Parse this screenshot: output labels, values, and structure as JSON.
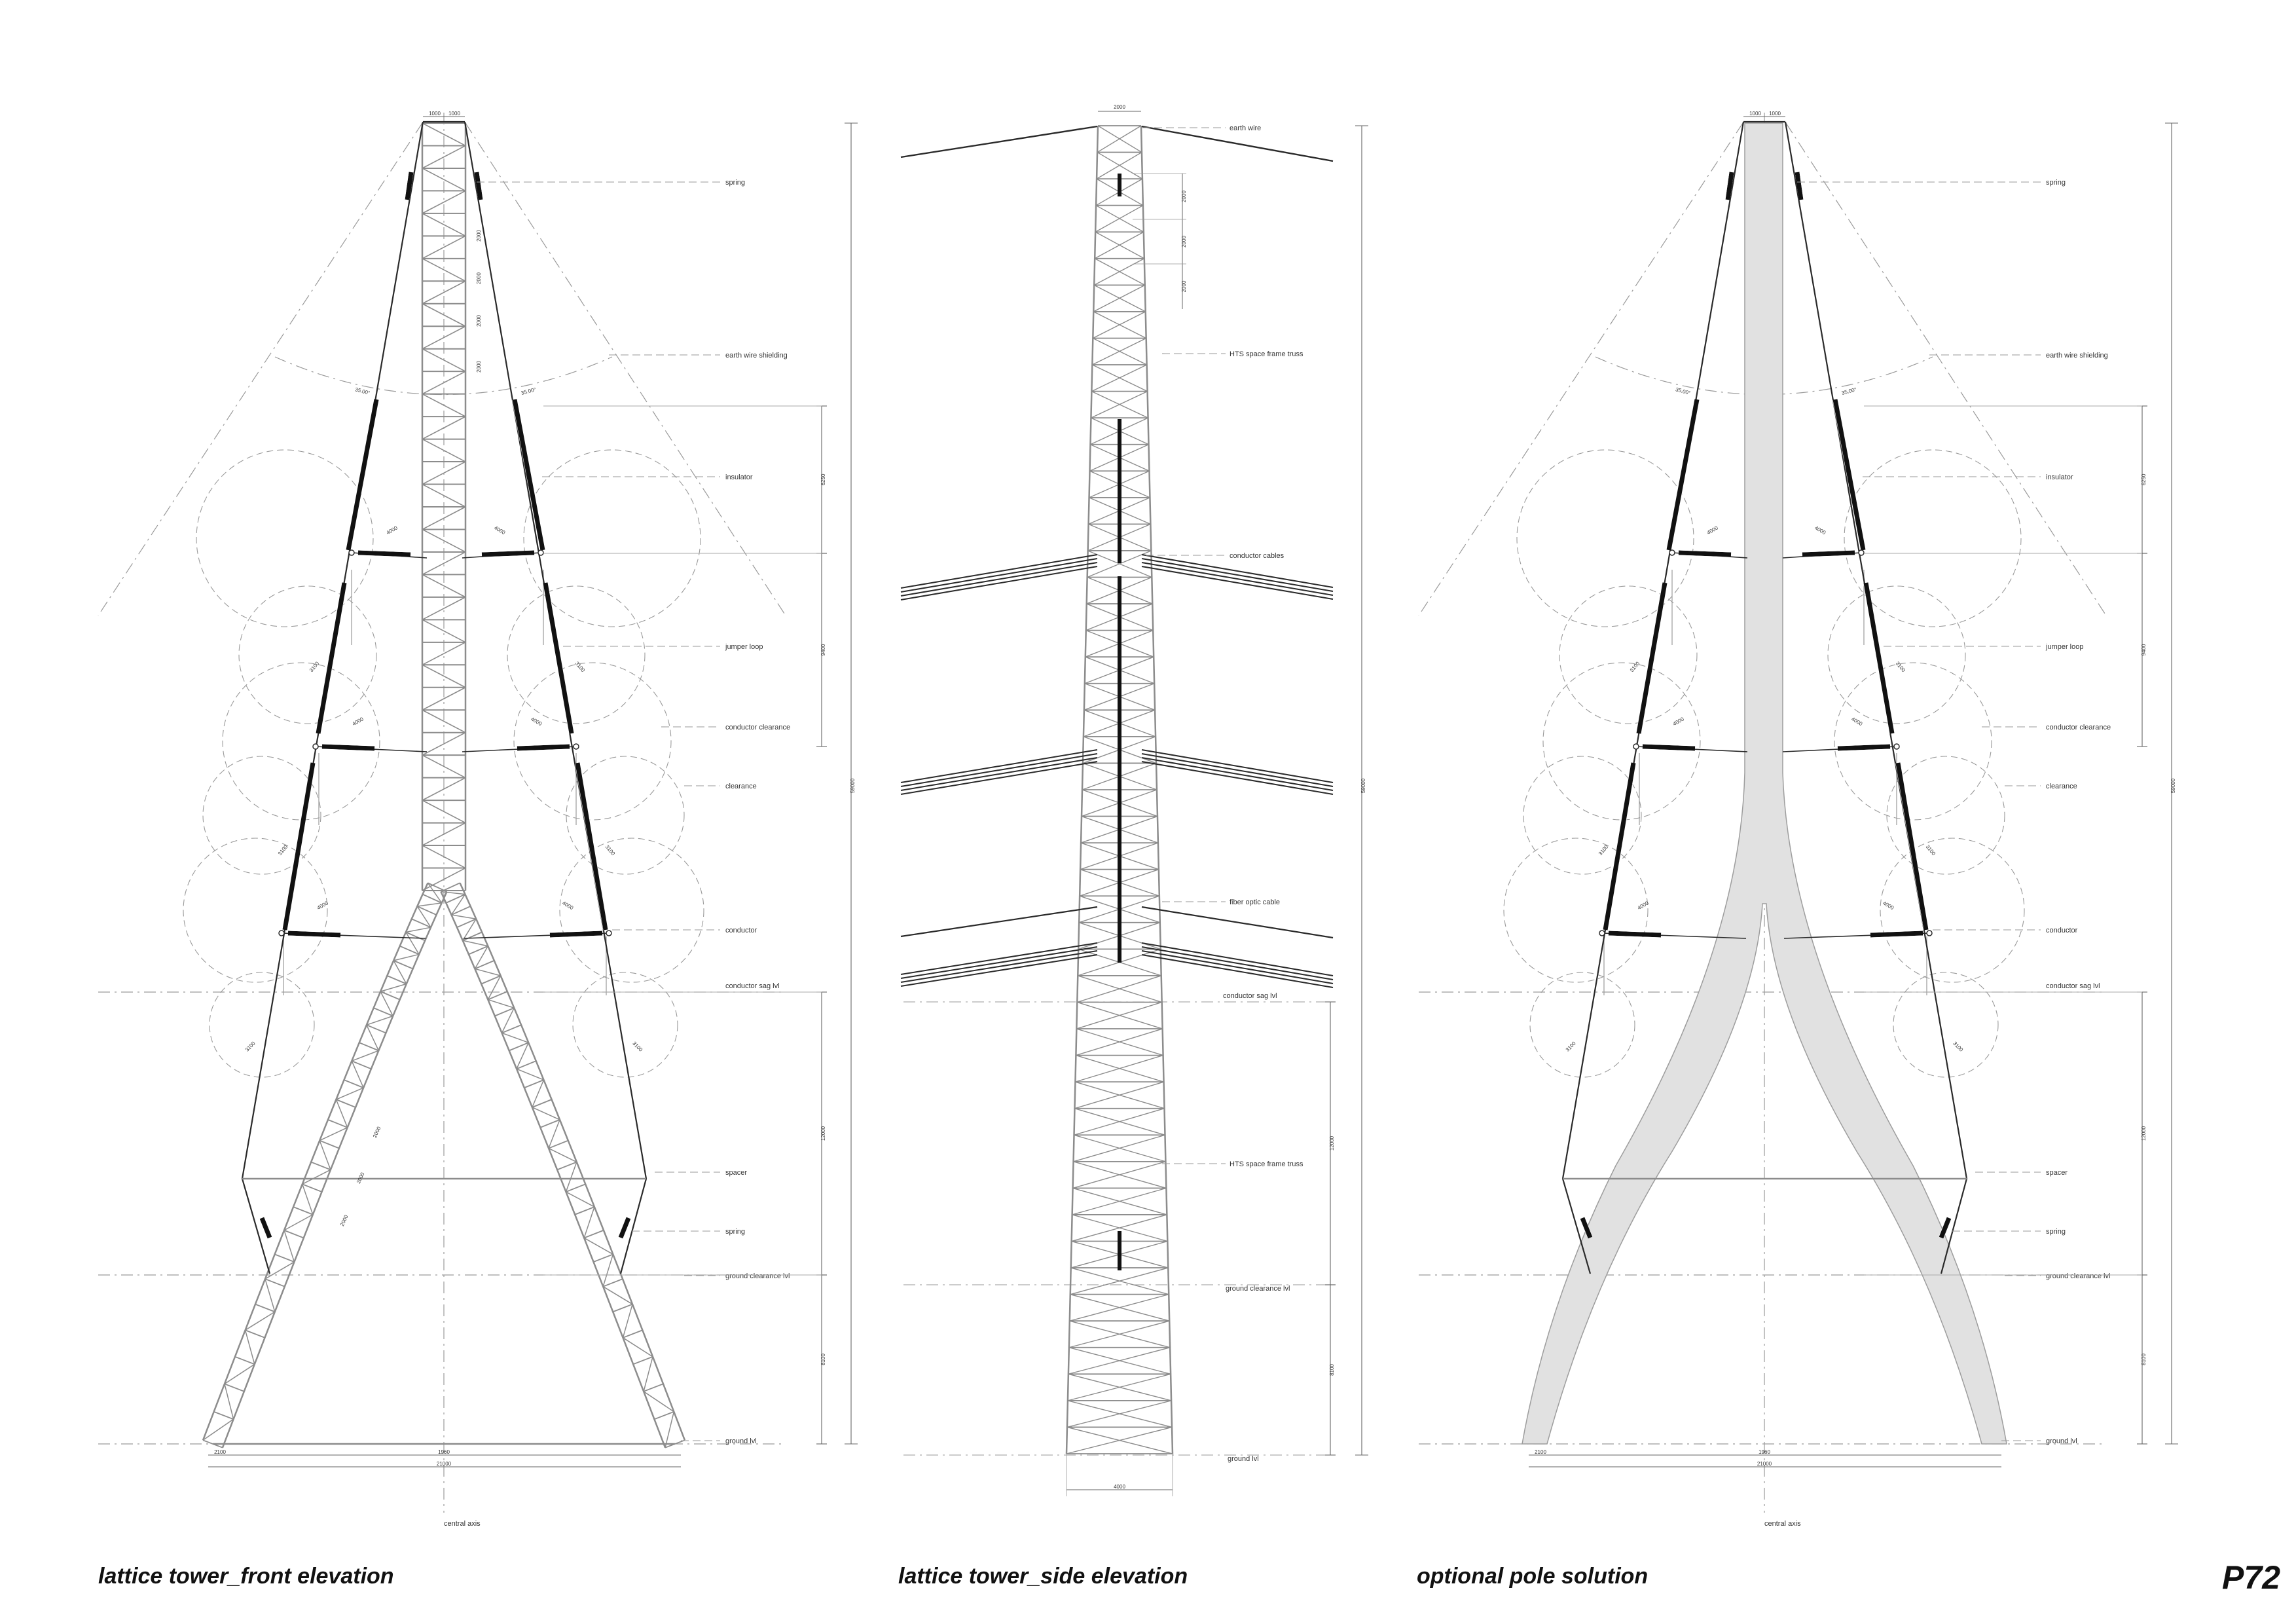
{
  "panels": {
    "front": {
      "title": "lattice tower_front elevation",
      "labels": {
        "spring_top": "spring",
        "earth_wire_shielding": "earth wire shielding",
        "insulator": "insulator",
        "jumper_loop": "jumper loop",
        "conductor_clearance": "conductor clearance",
        "clearance": "clearance",
        "conductor": "conductor",
        "conductor_sag_lvl": "conductor sag lvl",
        "spacer": "spacer",
        "spring_bottom": "spring",
        "ground_clearance_lvl": "ground clearance lvl",
        "ground_lvl": "ground lvl",
        "central_axis": "central axis"
      },
      "dims": {
        "top_left": "1000",
        "top_right": "1000",
        "height_total": "59000",
        "insulator_span": "6250",
        "jumper_span": "9400",
        "sag_span": "12000",
        "ground_clearance_span": "8100",
        "base_left": "2100",
        "base_center": "1960",
        "base_total": "21000",
        "angle_left": "35.00°",
        "angle_right": "35.00°",
        "arm_top_left": "4000",
        "arm_top_right": "4000",
        "arm_mid_left": "4000",
        "arm_mid_right": "4000",
        "arm_low_left": "4000",
        "arm_low_right": "4000",
        "clear_1": "3100",
        "clear_2": "3100",
        "clear_3": "3100",
        "clear_4": "3100",
        "clear_5": "3100",
        "clear_6": "3100",
        "mast_1": "2000",
        "mast_2": "2000",
        "mast_3": "2000",
        "mast_4": "2000",
        "leg_1": "2000",
        "leg_2": "2000",
        "leg_3": "2000"
      }
    },
    "side": {
      "title": "lattice tower_side elevation",
      "labels": {
        "earth_wire": "earth wire",
        "hts_truss_top": "HTS space frame truss",
        "conductor_cables": "conductor cables",
        "fiber_optic_cable": "fiber optic cable",
        "conductor_sag_lvl": "conductor sag lvl",
        "hts_truss_bottom": "HTS space frame truss",
        "ground_clearance_lvl": "ground clearance lvl",
        "ground_lvl": "ground lvl"
      },
      "dims": {
        "top_width": "2000",
        "seg_1": "2000",
        "seg_2": "2000",
        "seg_3": "2000",
        "height_total": "59000",
        "sag_span": "12000",
        "ground_clearance_span": "8100",
        "base_width": "4000"
      }
    },
    "pole": {
      "title": "optional pole solution",
      "labels": {
        "spring_top": "spring",
        "earth_wire_shielding": "earth wire shielding",
        "insulator": "insulator",
        "jumper_loop": "jumper loop",
        "conductor_clearance": "conductor clearance",
        "clearance": "clearance",
        "conductor": "conductor",
        "conductor_sag_lvl": "conductor sag lvl",
        "spacer": "spacer",
        "spring_bottom": "spring",
        "ground_clearance_lvl": "ground clearance lvl",
        "ground_lvl": "ground lvl",
        "central_axis": "central axis"
      },
      "dims": {
        "top_left": "1000",
        "top_right": "1000",
        "height_total": "59000",
        "insulator_span": "6250",
        "jumper_span": "9400",
        "sag_span": "12000",
        "ground_clearance_span": "8100",
        "base_left": "2100",
        "base_center": "1960",
        "base_total": "21000",
        "angle_left": "35.00°",
        "angle_right": "35.00°",
        "arm_top_left": "4000",
        "arm_top_right": "4000",
        "arm_mid_left": "4000",
        "arm_mid_right": "4000",
        "arm_low_left": "4000",
        "arm_low_right": "4000",
        "clear_1": "3100",
        "clear_2": "3100",
        "clear_3": "3100",
        "clear_4": "3100",
        "clear_5": "3100",
        "clear_6": "3100"
      }
    }
  },
  "page_number": "P72",
  "colors": {
    "line": "#2a2a2a",
    "structure": "#8c8c8c",
    "pole_fill": "#e1e1e1",
    "dashed": "#9a9a9a"
  }
}
